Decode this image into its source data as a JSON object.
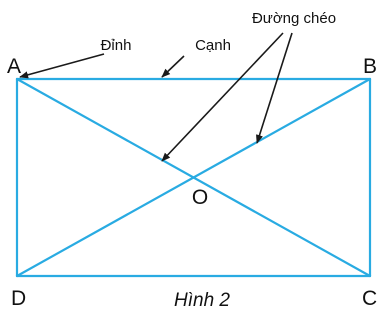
{
  "figure": {
    "annotations": {
      "vertex": "Đỉnh",
      "side": "Cạnh",
      "diagonals": "Đường chéo"
    },
    "vertices": {
      "a": "A",
      "b": "B",
      "c": "C",
      "d": "D",
      "center": "O"
    },
    "caption": "Hình 2",
    "colors": {
      "shape_stroke": "#29abe2",
      "pointer_stroke": "#1a1a1a",
      "text": "#111111"
    }
  }
}
